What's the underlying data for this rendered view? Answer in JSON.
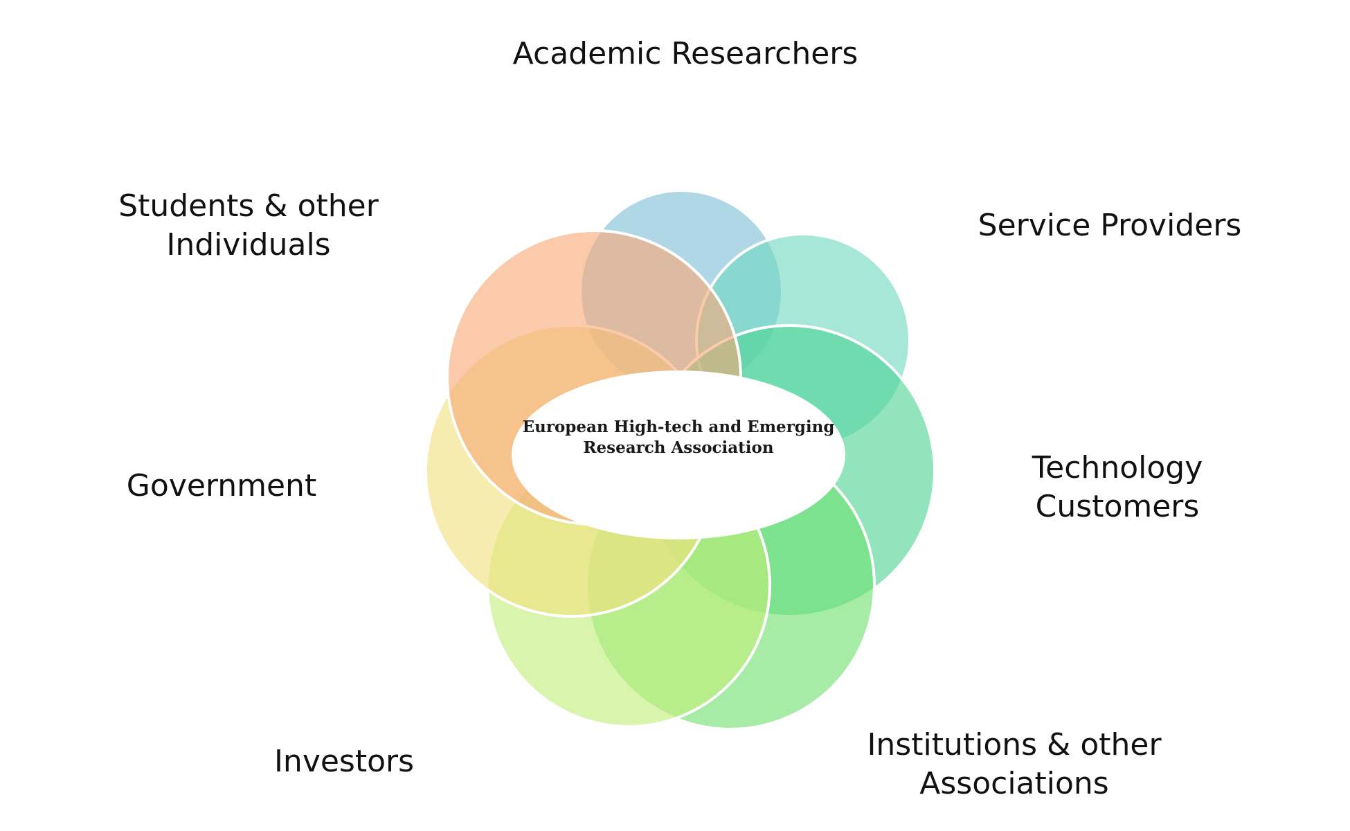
{
  "center": {
    "line1": "European High-tech and Emerging",
    "line2": "Research Association"
  },
  "stakeholders": {
    "academic": {
      "label": "Academic Researchers",
      "color": "#7fbfd6"
    },
    "service": {
      "label": "Service Providers",
      "color": "#6fd8c0"
    },
    "technology_customers": {
      "line1": "Technology",
      "line2": "Customers",
      "color": "#4fd494"
    },
    "institutions": {
      "line1": "Institutions & other",
      "line2": "Associations",
      "color": "#6fe06f"
    },
    "investors": {
      "label": "Investors",
      "color": "#c1ee7a"
    },
    "government": {
      "label": "Government",
      "color": "#f0e07e"
    },
    "students": {
      "line1": "Students & other",
      "line2": "Individuals",
      "color": "#f7aa78"
    }
  },
  "center_fill": "#ffffff",
  "ring_stroke": "#ffffff"
}
